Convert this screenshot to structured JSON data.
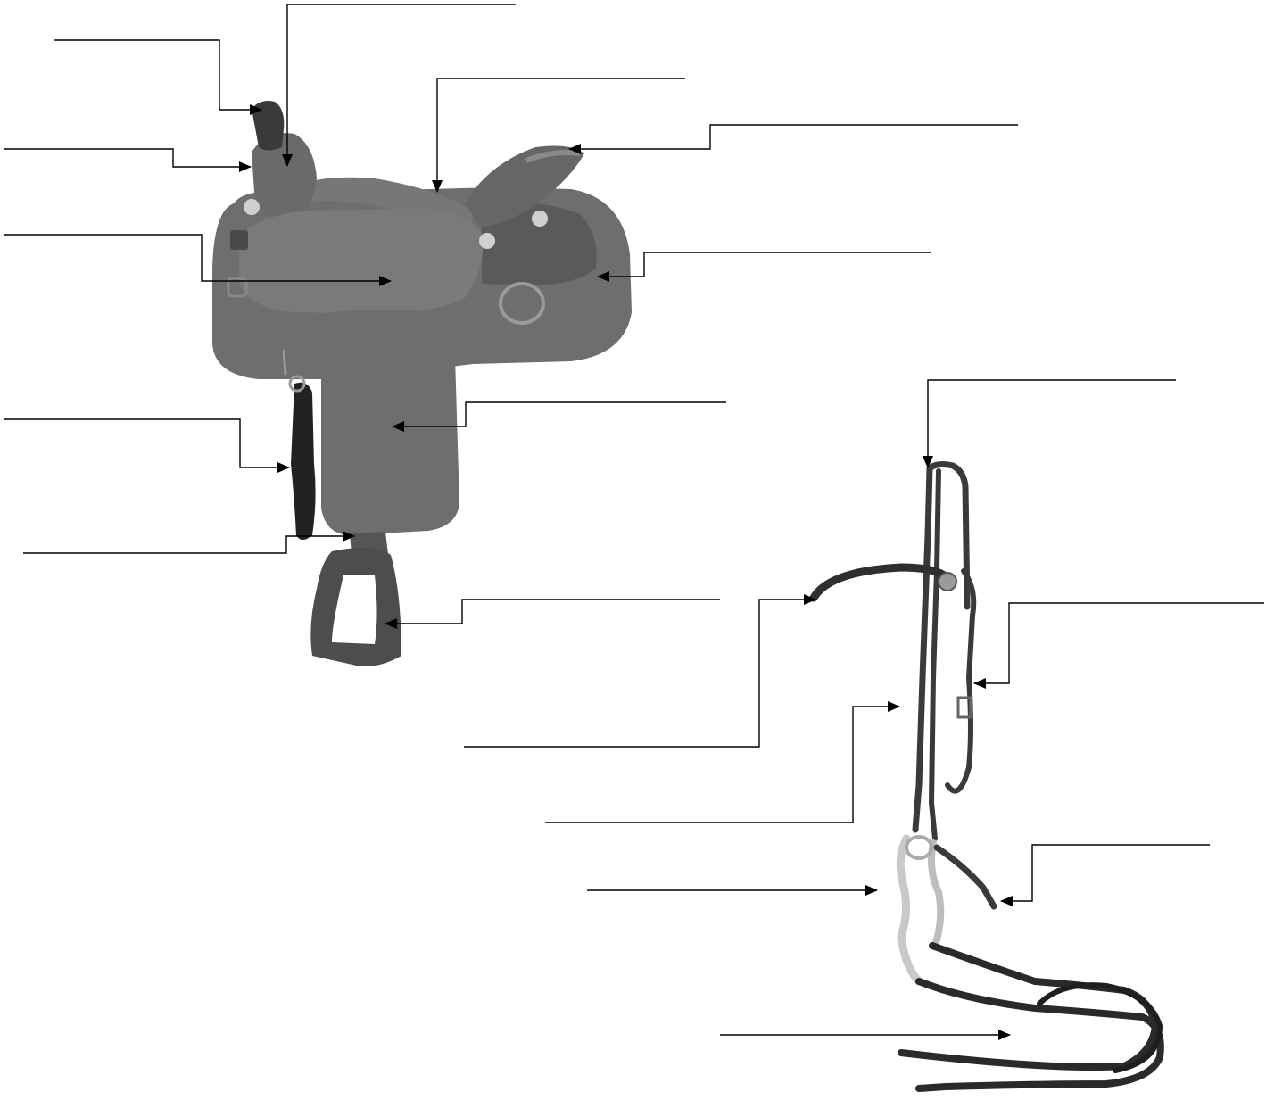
{
  "diagram": {
    "subjects": [
      "saddle-illustration",
      "bridle-illustration"
    ],
    "colors": {
      "background": "#ffffff",
      "leader_line": "#000000",
      "saddle_dark": "#555555",
      "saddle_mid": "#6e6e6e",
      "saddle_light": "#8a8a8a",
      "leather_dark": "#3a3a3a",
      "metal": "#d0d0d0"
    },
    "labels": [
      {
        "id": "label-1",
        "text": ""
      },
      {
        "id": "label-2",
        "text": ""
      },
      {
        "id": "label-3",
        "text": ""
      },
      {
        "id": "label-4",
        "text": ""
      },
      {
        "id": "label-5",
        "text": ""
      },
      {
        "id": "label-6",
        "text": ""
      },
      {
        "id": "label-7",
        "text": ""
      },
      {
        "id": "label-8",
        "text": ""
      },
      {
        "id": "label-9",
        "text": ""
      },
      {
        "id": "label-10",
        "text": ""
      },
      {
        "id": "label-11",
        "text": ""
      },
      {
        "id": "label-12",
        "text": ""
      },
      {
        "id": "label-13",
        "text": ""
      },
      {
        "id": "label-14",
        "text": ""
      },
      {
        "id": "label-15",
        "text": ""
      },
      {
        "id": "label-16",
        "text": ""
      },
      {
        "id": "label-17",
        "text": ""
      },
      {
        "id": "label-18",
        "text": ""
      }
    ]
  }
}
